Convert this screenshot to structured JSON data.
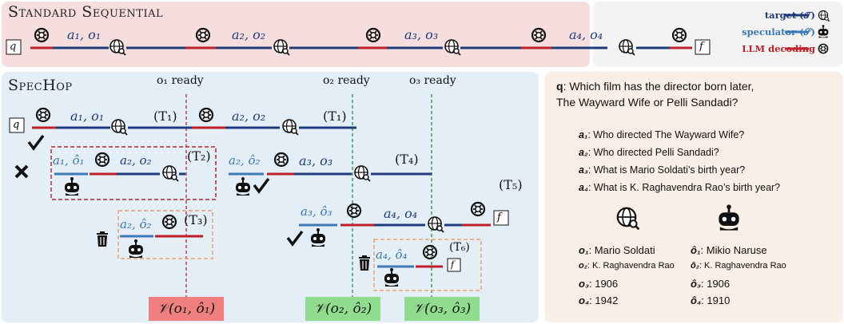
{
  "sequential": {
    "title": "Standard Sequential"
  },
  "specHop": {
    "title": "SpecHop"
  },
  "legend": {
    "target": "target (𝒯)",
    "speculator": "speculator (𝒮)",
    "llm": "LLM decoding"
  },
  "sequentialSteps": [
    "a₁, o₁",
    "a₂, o₂",
    "a₃, o₃",
    "a₄, o₄"
  ],
  "ready": [
    "o₁ ready",
    "o₂ ready",
    "o₃ ready"
  ],
  "threads": [
    "(T₁)",
    "(T₁)",
    "(T₂)",
    "(T₃)",
    "(T₄)",
    "(T₅)",
    "(T₆)"
  ],
  "hopSteps": {
    "r1a": "a₁, o₁",
    "r1b": "a₂, o₂",
    "r2a": "a₁, ô₁",
    "r2b": "a₂, o₂",
    "r2c": "a₂, ô₂",
    "r2d": "a₃, o₃",
    "r3a": "a₂, ô₂",
    "r4a": "a₃, ô₃",
    "r4b": "a₄, o₄",
    "r5a": "a₄, ô₄"
  },
  "symbols": {
    "q": "q",
    "f": "f"
  },
  "verify": [
    "𝒱(o₁, ô₁)",
    "𝒱(o₂, ô₂)",
    "𝒱(o₃, ô₃)"
  ],
  "question": {
    "label": "q",
    "text1": ": Which film has the director born later,",
    "text2": "The Wayward Wife or Pelli Sandadi?"
  },
  "subQuestions": [
    {
      "label": "a₁",
      "text": ": Who directed The Wayward Wife?"
    },
    {
      "label": "a₂",
      "text": ": Who directed Pelli Sandadi?"
    },
    {
      "label": "a₃",
      "text": ": What is Mario Soldati’s birth year?"
    },
    {
      "label": "a₄",
      "text": ": What is K. Raghavendra Rao’s birth year?"
    }
  ],
  "observations": [
    {
      "label": "o₁",
      "text": ": Mario Soldati"
    },
    {
      "label": "o₂",
      "text": ": K. Raghavendra Rao"
    },
    {
      "label": "o₃",
      "text": ": 1906"
    },
    {
      "label": "o₄",
      "text": ": 1942"
    }
  ],
  "speculations": [
    {
      "label": "ô₁",
      "text": ": Mikio Naruse"
    },
    {
      "label": "ô₂",
      "text": ": K. Raghavendra Rao"
    },
    {
      "label": "ô₃",
      "text": ": 1906"
    },
    {
      "label": "ô₄",
      "text": ": 1910"
    }
  ],
  "colors": {
    "target": "#1f3c7a",
    "speculator": "#3b78b5",
    "llm": "#c0202a",
    "accept": "#2e8b3a",
    "reject": "#c0202a"
  }
}
